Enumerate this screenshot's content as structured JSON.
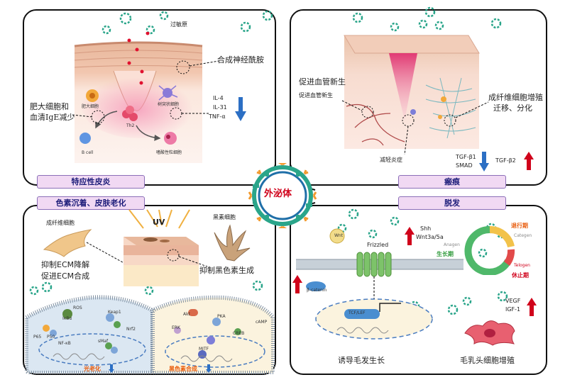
{
  "center": {
    "label": "外泌体"
  },
  "q1": {
    "title": "特应性皮炎",
    "allergen": "过敏原",
    "ceramide": "合成神经酰胺",
    "mast_cell_line1": "肥大细胞和",
    "mast_cell_line2": "血清IgE减少",
    "mast_cell": "肥大细胞",
    "dendritic": "树突状细胞",
    "th2": "Th2",
    "bcell": "B cell",
    "eosinophil": "嗜酸性粒细胞",
    "il4": "IL-4",
    "il31": "IL-31",
    "tnf": "TNF-α"
  },
  "q2": {
    "title": "瘢痕",
    "angio_bold": "促进血管新生",
    "angio_small": "促进血管新生",
    "fibro_line1": "成纤维细胞增殖",
    "fibro_line2": "迁移、分化",
    "inflammation": "减轻炎症",
    "tgfb1": "TGF-β1",
    "smad": "SMAD",
    "tgfb2": "TGF-β2"
  },
  "q3": {
    "title": "色素沉着、皮肤老化",
    "fibroblast": "成纤维细胞",
    "uv": "UV",
    "melanocyte": "黑素细胞",
    "ecm1": "抑制ECM降解",
    "ecm2": "促进ECM合成",
    "melanin_inhibit": "抑制黑色素生成",
    "ros": "ROS",
    "keap1": "Keap1",
    "nrf2": "Nrf2",
    "ikb": "IκBα",
    "p65": "P65",
    "p50": "P50",
    "nfkb": "NF-κB",
    "smaf": "sMaf",
    "photoaging": "光老化",
    "akt": "Akt",
    "pka": "PKA",
    "erk": "ERK",
    "creb": "CREB",
    "camp": "cAMP",
    "mitf": "MITF",
    "melanin_synth": "黑色素合成"
  },
  "q4": {
    "title": "脱发",
    "wnt": "Wnt",
    "frizzled": "Frizzled",
    "shh": "Shh",
    "wnt3a": "Wnt3a/5a",
    "anagen": "Anagen",
    "anagen_cn": "生长期",
    "catagen_cn": "退行期",
    "catagen": "Categen",
    "telogen": "Telogen",
    "telogen_cn": "休止期",
    "bcatenin": "β-catenin",
    "tcf": "TCF/LEF",
    "vegf": "VEGF",
    "igf": "IGF-1",
    "induce": "诱导毛发生长",
    "papilla": "毛乳头细胞增殖"
  },
  "colors": {
    "title_bg": "#f1d9f3",
    "title_border": "#8b6fb8",
    "title_text": "#1d1d7a",
    "up_arrow": "#d0021b",
    "down_arrow": "#2c6fc4",
    "exo_green": "#2aa58a"
  }
}
